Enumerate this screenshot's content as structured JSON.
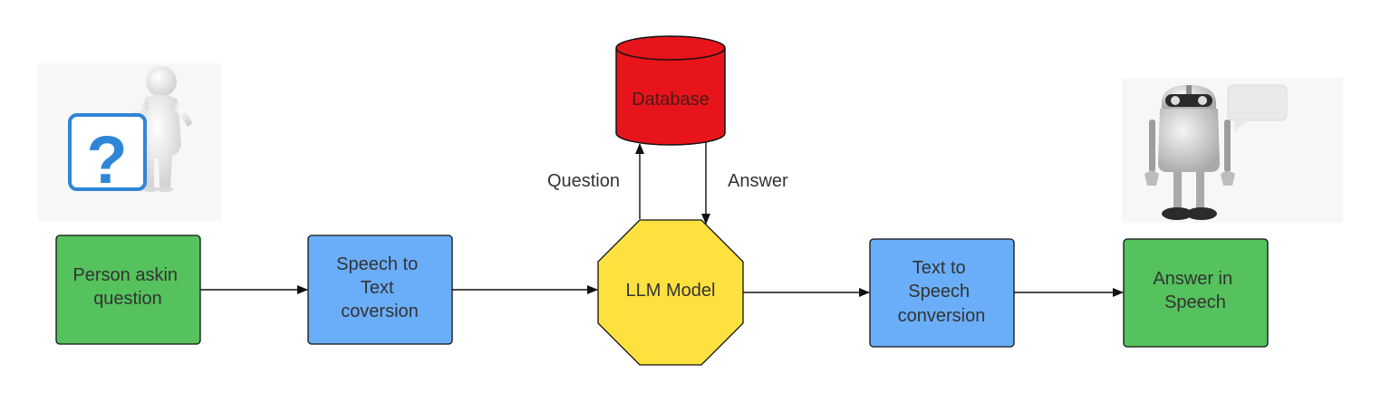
{
  "diagram": {
    "nodes": {
      "person": {
        "line1": "Person askin",
        "line2": "question"
      },
      "stt": {
        "line1": "Speech to",
        "line2": "Text",
        "line3": "coversion"
      },
      "llm": {
        "label": "LLM Model"
      },
      "tts": {
        "line1": "Text to",
        "line2": "Speech",
        "line3": "conversion"
      },
      "answer": {
        "line1": "Answer in",
        "line2": "Speech"
      },
      "database": {
        "label": "Database"
      }
    },
    "edges": {
      "question_label": "Question",
      "answer_label": "Answer"
    },
    "illustrations": {
      "left": "question-mark-person-illustration",
      "right": "robot-speech-bubble-illustration"
    }
  },
  "colors": {
    "green": "#55c25d",
    "blue": "#6aaefa",
    "yellow": "#fde13f",
    "red": "#e8141b",
    "stroke": "#111111"
  }
}
